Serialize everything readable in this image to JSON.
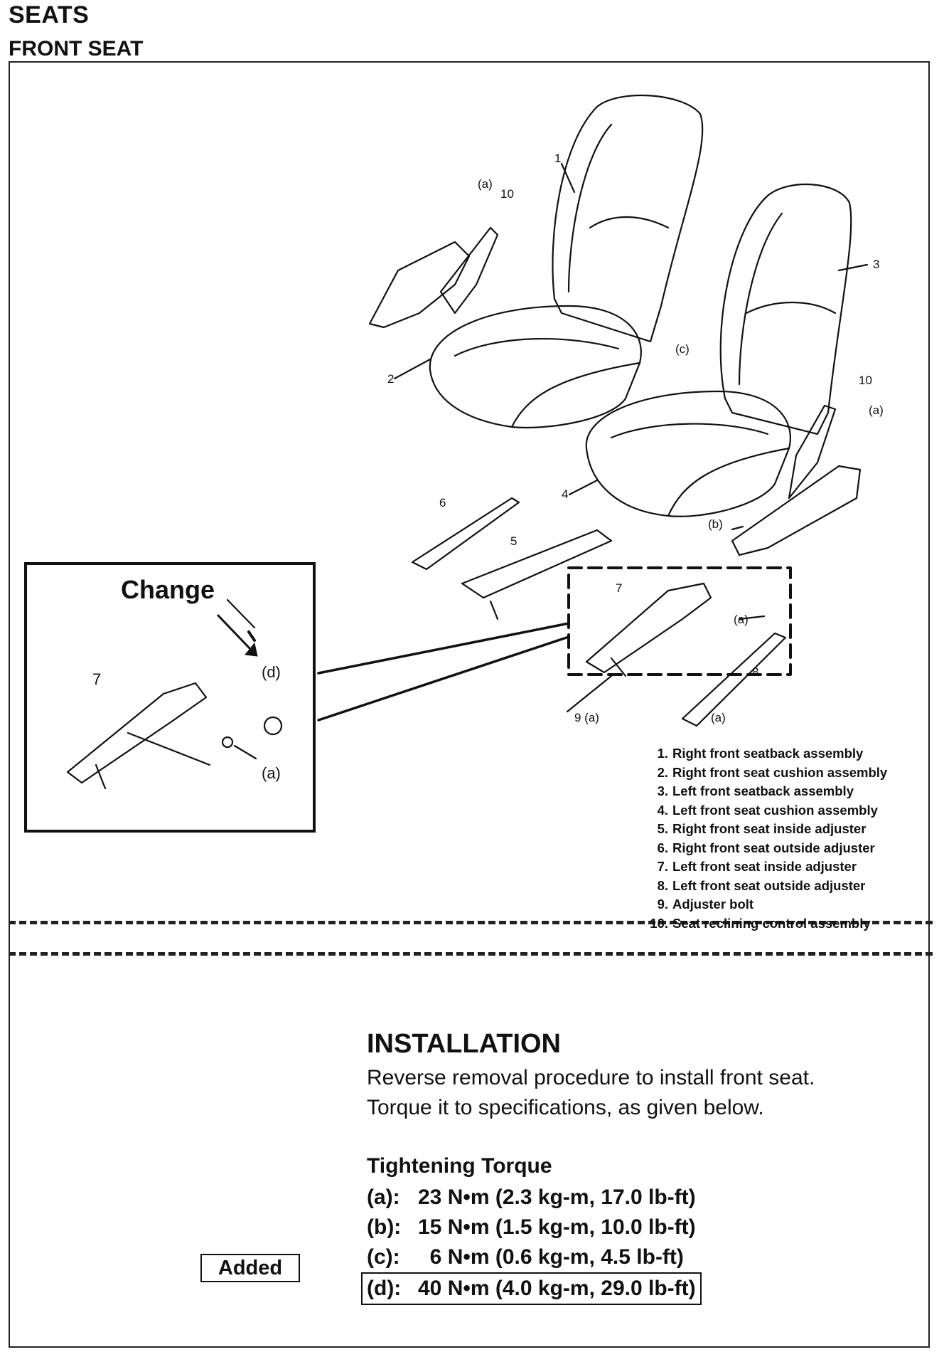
{
  "header": {
    "title": "SEATS",
    "subtitle": "FRONT SEAT"
  },
  "figure": {
    "callout_label": "Change",
    "part_labels": {
      "l1": "1",
      "l2": "2",
      "l3": "3",
      "l4": "4",
      "l5": "5",
      "l6": "6",
      "l7": "7",
      "l8": "8",
      "l9": "9 (a)",
      "l10a": "10",
      "l10b": "10",
      "la1": "(a)",
      "la2": "(a)",
      "la3": "(a)",
      "la4": "(a)",
      "lb": "(b)",
      "lc": "(c)"
    },
    "callout_labels": {
      "c7": "7",
      "cd": "(d)",
      "ca": "(a)"
    }
  },
  "legend": [
    {
      "num": "1.",
      "text": "Right front seatback assembly"
    },
    {
      "num": "2.",
      "text": "Right front seat cushion assembly"
    },
    {
      "num": "3.",
      "text": "Left front seatback assembly"
    },
    {
      "num": "4.",
      "text": "Left front seat cushion assembly"
    },
    {
      "num": "5.",
      "text": "Right front seat inside adjuster"
    },
    {
      "num": "6.",
      "text": "Right front seat outside adjuster"
    },
    {
      "num": "7.",
      "text": "Left front seat inside adjuster"
    },
    {
      "num": "8.",
      "text": "Left front seat outside adjuster"
    },
    {
      "num": "9.",
      "text": "Adjuster bolt"
    },
    {
      "num": "10.",
      "text": "Seat reclining control assembly"
    }
  ],
  "installation": {
    "title": "INSTALLATION",
    "line1": "Reverse removal procedure to install front seat.",
    "line2": "Torque it to specifications, as given below.",
    "torque_title": "Tightening Torque",
    "torques": [
      {
        "key": "(a):",
        "value": "23 N•m (2.3 kg-m, 17.0 lb-ft)"
      },
      {
        "key": "(b):",
        "value": "15 N•m (1.5 kg-m, 10.0 lb-ft)"
      },
      {
        "key": "(c):",
        "value": "  6 N•m (0.6 kg-m, 4.5 lb-ft)"
      },
      {
        "key": "(d):",
        "value": "40 N•m (4.0 kg-m, 29.0 lb-ft)"
      }
    ],
    "added_label": "Added"
  }
}
